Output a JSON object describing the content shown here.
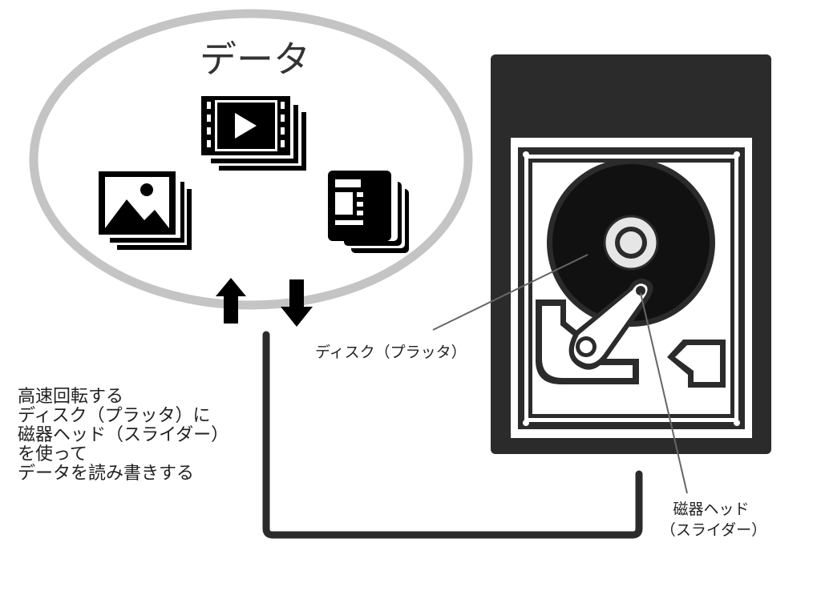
{
  "data_cloud": {
    "title": "データ",
    "icons": [
      "image-stack-icon",
      "video-stack-icon",
      "document-stack-icon"
    ],
    "outline_color": "#c4c4c4"
  },
  "transfer": {
    "up_arrow_icon": "arrow-up-icon",
    "down_arrow_icon": "arrow-down-icon"
  },
  "description": {
    "lines": [
      "高速回転する",
      "ディスク（プラッタ）に",
      "磁器ヘッド（スライダー）",
      "を使って",
      "データを読み書きする"
    ]
  },
  "hdd": {
    "icon": "hard-disk-drive-icon",
    "body_color": "#2b2b2b",
    "platter_label": "ディスク（プラッタ）",
    "head_label_line1": "磁器ヘッド",
    "head_label_line2": "（スライダー）"
  }
}
